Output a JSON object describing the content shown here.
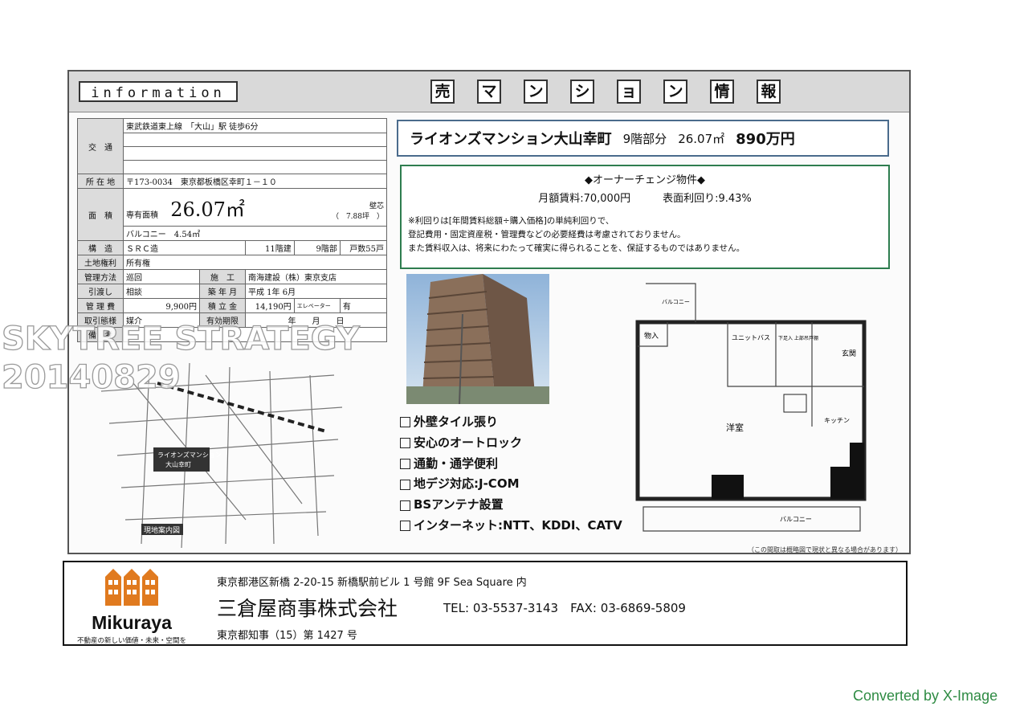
{
  "header": {
    "info_label": "information",
    "title_chars": [
      "売",
      "マ",
      "ン",
      "シ",
      "ョ",
      "ン",
      "情",
      "報"
    ]
  },
  "spec": {
    "access_label": "交　通",
    "access_value": "東武鉄道東上線　「大山」駅 徒歩6分",
    "address_label": "所 在 地",
    "address_value": "〒173-0034　東京都板橋区幸町１－１０",
    "area_label": "面　積",
    "exclusive_label": "専有面積",
    "exclusive_value": "26.07㎡",
    "wall_center_label": "壁芯",
    "tsubo_value": "（　7.88坪　）",
    "balcony_value": "バルコニー　4.54㎡",
    "structure_label": "構　造",
    "structure_value": "ＳＲＣ造",
    "floors_above": "11階建",
    "floor_part": "9階部",
    "units": "戸数55戸",
    "land_right_label": "土地権利",
    "land_right_value": "所有権",
    "management_label": "管理方法",
    "management_value": "巡回",
    "builder_label": "施　工",
    "builder_value": "南海建設（株）東京支店",
    "handover_label": "引渡し",
    "handover_value": "相談",
    "built_label": "築 年 月",
    "built_value": "平成 1年 6月",
    "fee_label": "管 理 費",
    "fee_value": "9,900円",
    "reserve_label": "積 立 金",
    "reserve_value": "14,190円",
    "elevator_label": "エレベーター",
    "elevator_value": "有",
    "trade_label": "取引態様",
    "trade_value": "媒介",
    "expiry_label": "有効期限",
    "expiry_value": "年　　月　　日",
    "remarks_label": "備　考"
  },
  "property": {
    "name": "ライオンズマンション大山幸町",
    "floor": "9階部分",
    "area": "26.07㎡",
    "price": "890万円"
  },
  "features": {
    "title": "◆オーナーチェンジ物件◆",
    "rent": "月額賃料:70,000円",
    "yield": "表面利回り:9.43%",
    "note_1": "※利回りは[年間賃料総額÷購入価格]の単純利回りで、",
    "note_2": "登記費用・固定資産税・管理費などの必要経費は考慮されておりません。",
    "note_3": "また賃料収入は、将来にわたって確実に得られることを、保証するものではありません。"
  },
  "checklist": [
    "外壁タイル張り",
    "安心のオートロック",
    "通勤・通学便利",
    "地デジ対応:J-COM",
    "BSアンテナ設置",
    "インターネット:NTT、KDDI、CATV"
  ],
  "map": {
    "property_label_1": "ライオンズマンション",
    "property_label_2": "大山幸町",
    "legend": "現地案内図"
  },
  "floorplan": {
    "balcony_top": "バルコニー",
    "storage": "物入",
    "unit_bath": "ユニットバス",
    "shoe": "下足入\n上部吊戸棚",
    "entrance": "玄関",
    "western_room": "洋室",
    "kitchen": "キッチン",
    "balcony_bottom": "バルコニー",
    "note": "（この間取は概略図で現状と異なる場合があります）"
  },
  "watermark": {
    "line1": "SKYTREE STRATEGY",
    "line2": "20140829"
  },
  "footer": {
    "brand": "Mikuraya",
    "tagline": "不動産の新しい価値・未来・空間を",
    "address": "東京都港区新橋 2-20-15 新橋駅前ビル 1 号館 9F Sea Square 内",
    "company": "三倉屋商事株式会社",
    "contact": "TEL: 03-5537-3143　FAX: 03-6869-5809",
    "license": "東京都知事（15）第 1427 号"
  },
  "converted": "Converted by X-Image",
  "colors": {
    "accent_green": "#2e7d4f",
    "name_border": "#4a6b8c",
    "logo_orange": "#e07a1f"
  }
}
